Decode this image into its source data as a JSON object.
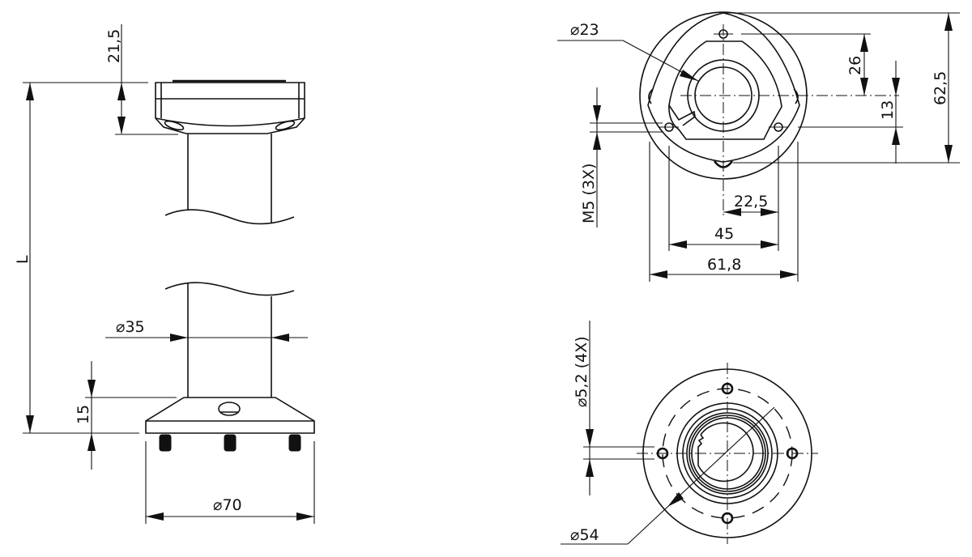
{
  "drawing": {
    "type": "technical-drawing",
    "subject": "Pole mount / signal tower column with top head and base flange",
    "views": [
      {
        "name": "side-view",
        "description": "Side elevation of column with head and base flange"
      },
      {
        "name": "top-view",
        "description": "Top view of tri-lobed head with 3 M5 mounting holes"
      },
      {
        "name": "bottom-view",
        "description": "Bottom view of round base flange with 4 holes"
      }
    ]
  },
  "side_view": {
    "dim_head_height": "21,5",
    "dim_length": "L",
    "dim_tube_diameter": "35",
    "dim_base_height": "15",
    "dim_base_diameter": "70"
  },
  "top_view": {
    "dim_bore_diameter": "23",
    "dim_top_to_center": "26",
    "dim_center_to_holes": "13",
    "dim_total_height": "62,5",
    "dim_thread": "M5 (3X)",
    "dim_half_spacing": "22,5",
    "dim_hole_spacing": "45",
    "dim_total_width": "61,8"
  },
  "bottom_view": {
    "dim_hole_diameter": "5,2 (4X)",
    "dim_bolt_circle": "54"
  },
  "symbols": {
    "diameter": "⌀"
  }
}
